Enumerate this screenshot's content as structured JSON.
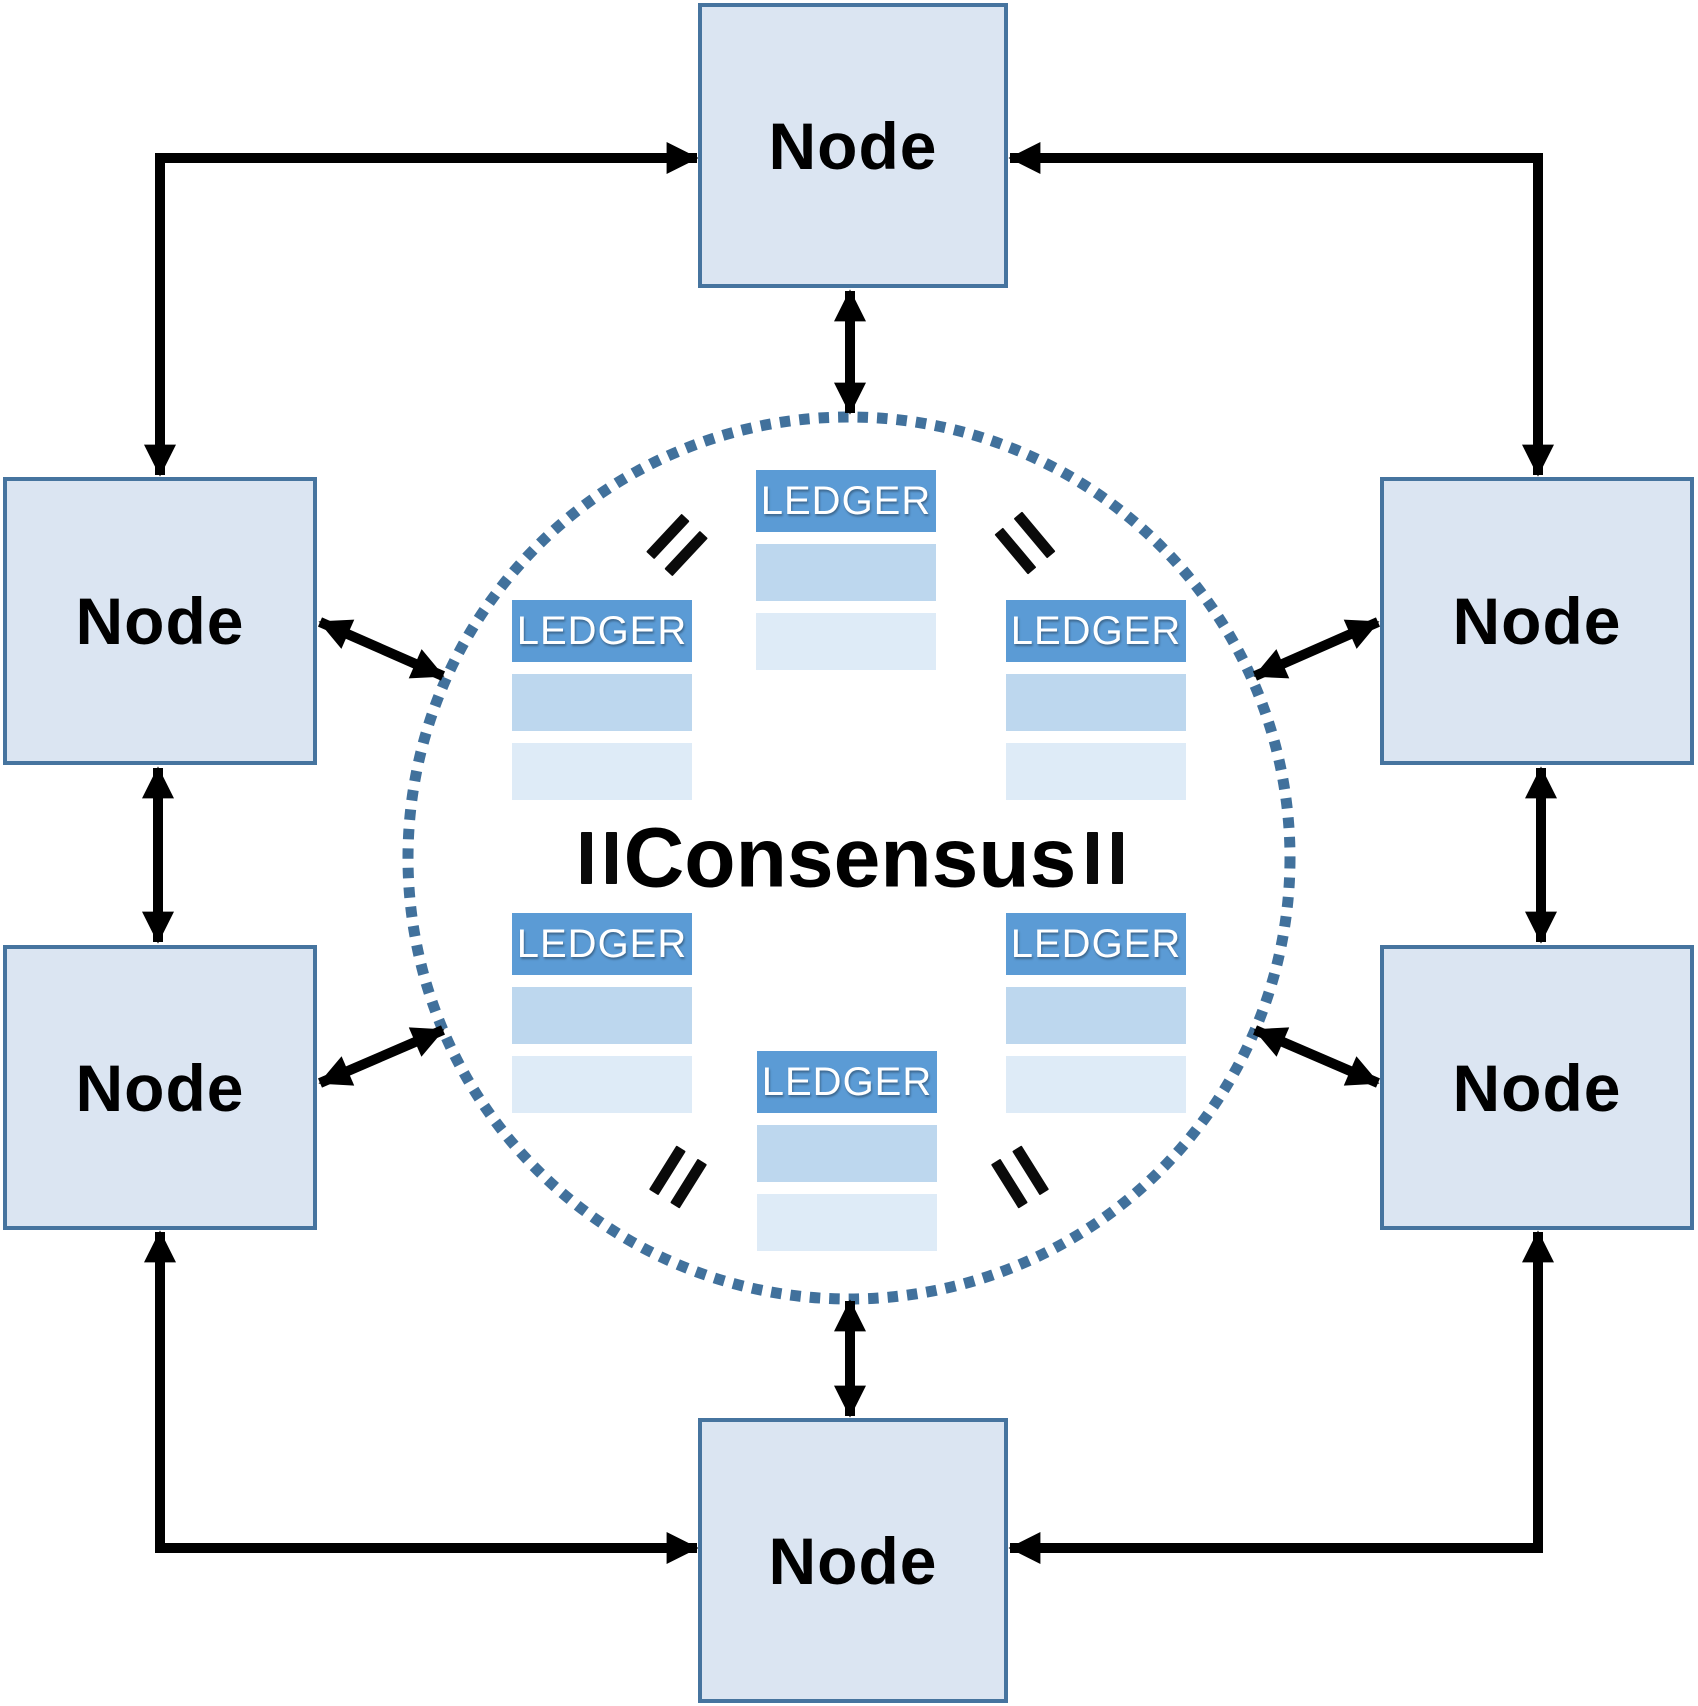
{
  "diagram": {
    "center_label": "Consensus",
    "nodes": [
      {
        "id": "top",
        "label": "Node"
      },
      {
        "id": "left-upper",
        "label": "Node"
      },
      {
        "id": "right-upper",
        "label": "Node"
      },
      {
        "id": "left-lower",
        "label": "Node"
      },
      {
        "id": "right-lower",
        "label": "Node"
      },
      {
        "id": "bottom",
        "label": "Node"
      }
    ],
    "ledgers": [
      {
        "id": "top-center",
        "label": "LEDGER"
      },
      {
        "id": "upper-left",
        "label": "LEDGER"
      },
      {
        "id": "upper-right",
        "label": "LEDGER"
      },
      {
        "id": "lower-left",
        "label": "LEDGER"
      },
      {
        "id": "lower-right",
        "label": "LEDGER"
      },
      {
        "id": "bottom-center",
        "label": "LEDGER"
      }
    ],
    "colors": {
      "node_fill": "#dbe5f2",
      "node_border": "#46749f",
      "ledger_header": "#5b9bd5",
      "ledger_row_1": "#bdd7ee",
      "ledger_row_2": "#deebf7",
      "circle_dots": "#41719c",
      "arrow": "#000000",
      "text": "#000000",
      "ledger_text": "#ffffff"
    }
  }
}
